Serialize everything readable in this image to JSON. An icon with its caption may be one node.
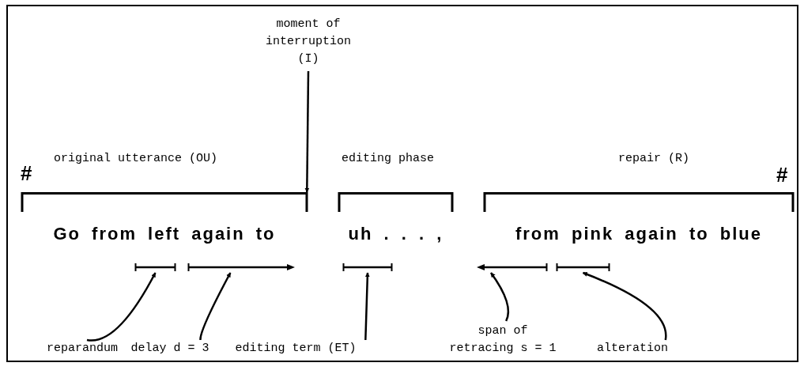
{
  "diagram": {
    "nodes": [
      {
        "text": [
          "moment of interruption (I)"
        ]
      },
      {
        "text": [
          "original utterance (OU)",
          "Go from left again to"
        ]
      },
      {
        "text": [
          "editing phase",
          "uh . . . ,"
        ]
      },
      {
        "text": [
          "repair (R)",
          "from pink again to blue"
        ]
      },
      {
        "text": [],
        "shape": "bar"
      },
      {
        "text": [],
        "shape": "bar"
      },
      {
        "text": [],
        "shape": "bar"
      },
      {
        "text": [],
        "shape": "bar"
      },
      {
        "text": [],
        "shape": "bar"
      },
      {
        "text": [
          "reparandum"
        ]
      },
      {
        "text": [
          "delay d = 3"
        ]
      },
      {
        "text": [
          "editing term (ET)"
        ]
      },
      {
        "text": [
          "span of retracing s = 1"
        ]
      },
      {
        "text": [
          "alteration"
        ]
      }
    ],
    "edges": [
      {
        "from": 0,
        "to": 1,
        "arrow": "to"
      },
      {
        "from": 9,
        "to": 4,
        "arrow": "to"
      },
      {
        "from": 10,
        "to": 5,
        "arrow": "to"
      },
      {
        "from": 11,
        "to": 6,
        "arrow": "to"
      },
      {
        "from": 12,
        "to": 7,
        "arrow": "to"
      },
      {
        "from": 13,
        "to": 8,
        "arrow": "to"
      }
    ],
    "labels": [
      "#",
      "#"
    ]
  }
}
